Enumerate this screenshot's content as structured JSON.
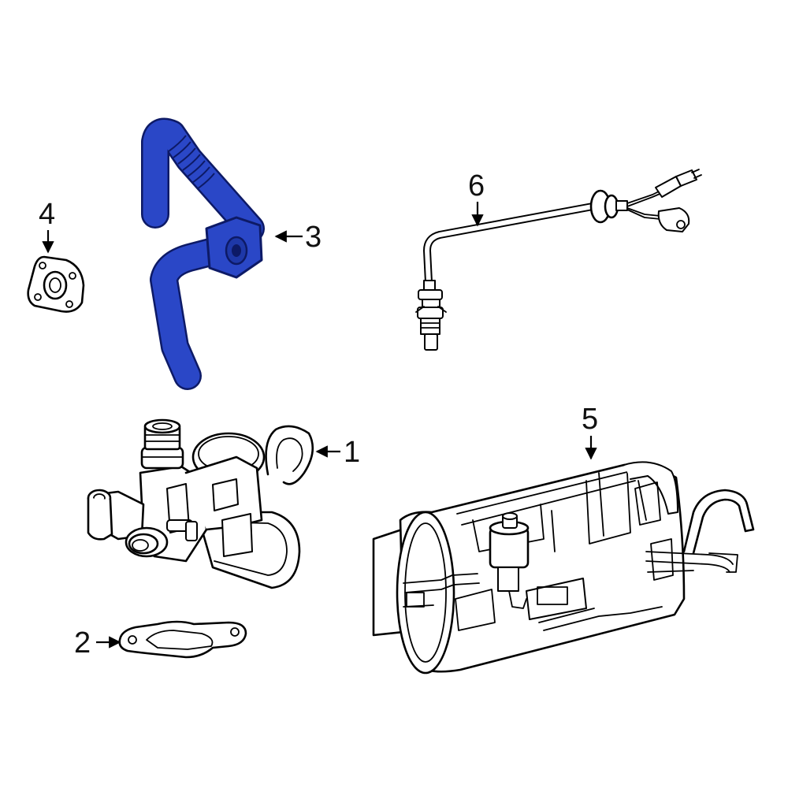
{
  "diagram": {
    "highlight_color": "#2a47c7",
    "line_color": "#000000",
    "background": "#ffffff",
    "callouts": [
      {
        "id": "1",
        "label": "1",
        "part": "egr-valve"
      },
      {
        "id": "2",
        "label": "2",
        "part": "gasket"
      },
      {
        "id": "3",
        "label": "3",
        "part": "egr-pipe-highlighted"
      },
      {
        "id": "4",
        "label": "4",
        "part": "flange-gasket"
      },
      {
        "id": "5",
        "label": "5",
        "part": "vapor-canister"
      },
      {
        "id": "6",
        "label": "6",
        "part": "oxygen-sensor"
      }
    ]
  }
}
